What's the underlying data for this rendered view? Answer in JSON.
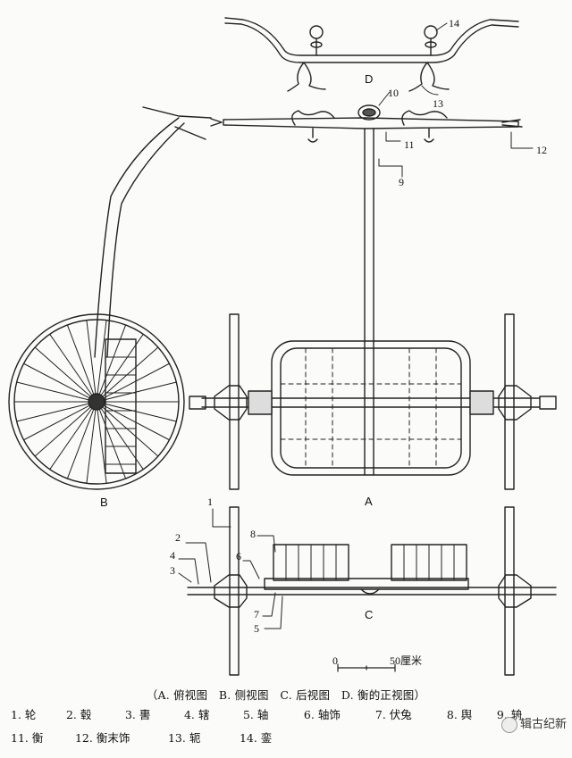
{
  "views": {
    "A": "A",
    "B": "B",
    "C": "C",
    "D": "D"
  },
  "scale": {
    "zero": "0",
    "label": "50厘米"
  },
  "caption": "（A. 俯视图　B. 侧视图　C. 后视图　D. 衡的正视图）",
  "callouts": [
    "1",
    "2",
    "3",
    "4",
    "5",
    "6",
    "7",
    "8",
    "9",
    "10",
    "11",
    "12",
    "13",
    "14"
  ],
  "legend": {
    "row1": [
      "1. 轮",
      "2. 毂",
      "3. 軎",
      "4. 辖",
      "5. 轴",
      "6. 轴饰",
      "7. 伏兔",
      "8. 舆",
      "9. 辀"
    ],
    "row2": [
      "11. 衡",
      "12. 衡末饰",
      "13. 轭",
      "14. 銮"
    ]
  },
  "watermark": "辑古纪新"
}
